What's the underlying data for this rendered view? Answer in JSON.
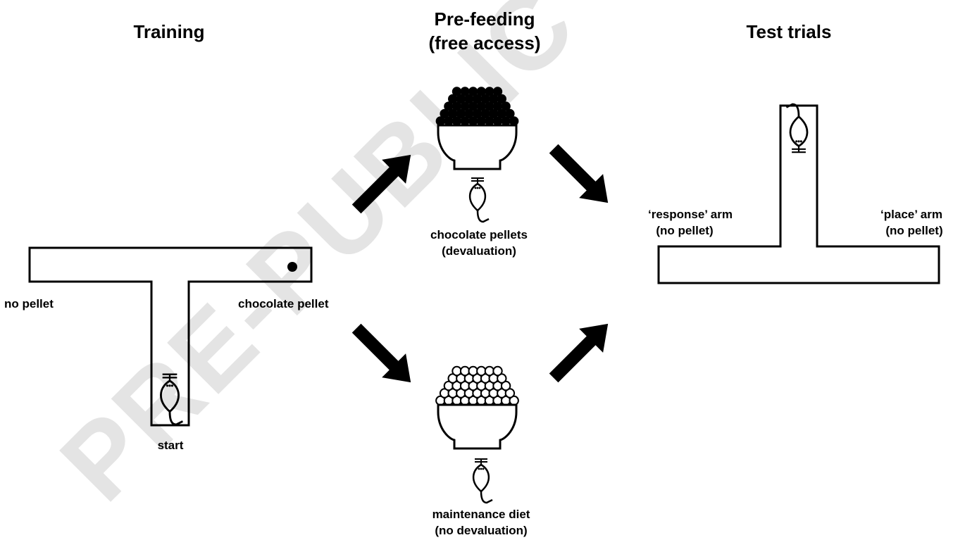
{
  "watermark": "PRE-PUBLIC",
  "sections": {
    "training": "Training",
    "prefeeding_line1": "Pre-feeding",
    "prefeeding_line2": "(free access)",
    "test": "Test trials"
  },
  "training": {
    "left_arm": "no pellet",
    "right_arm": "chocolate pellet",
    "start": "start"
  },
  "prefeeding": {
    "top_line1": "chocolate pellets",
    "top_line2": "(devaluation)",
    "bottom_line1": "maintenance diet",
    "bottom_line2": "(no devaluation)"
  },
  "test": {
    "left_line1": "‘response’ arm",
    "left_line2": "(no pellet)",
    "right_line1": "‘place’ arm",
    "right_line2": "(no pellet)"
  },
  "colors": {
    "ink": "#000000",
    "watermark": "#e4e4e4",
    "background": "#ffffff"
  }
}
